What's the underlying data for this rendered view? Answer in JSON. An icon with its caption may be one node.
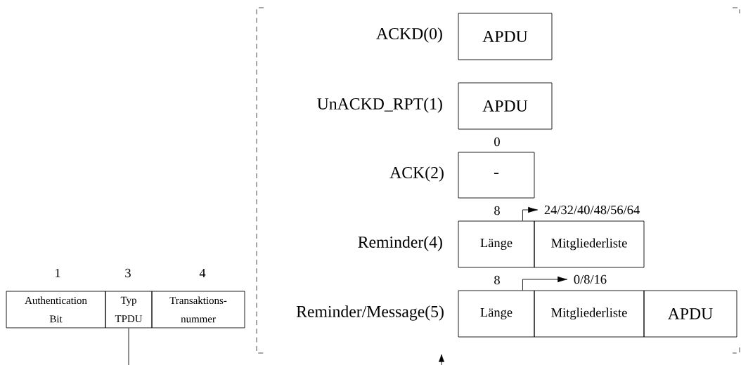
{
  "diagram": {
    "nodes": [
      {
        "text": [
          "Authentication Bit"
        ],
        "beside": [
          "1"
        ]
      },
      {
        "text": [
          "Typ TPDU"
        ],
        "beside": [
          "3"
        ]
      },
      {
        "text": [
          "Transaktions- nummer"
        ],
        "beside": [
          "4"
        ]
      },
      {
        "text": [],
        "shape": "box"
      },
      {
        "text": [
          "APDU"
        ],
        "in": 3,
        "beside": [
          "ACKD(0)"
        ]
      },
      {
        "text": [
          "APDU"
        ],
        "in": 3,
        "beside": [
          "UnACKD_RPT(1)"
        ]
      },
      {
        "text": [
          "-"
        ],
        "in": 3,
        "beside": [
          "0",
          "ACK(2)"
        ]
      },
      {
        "text": [
          "Länge"
        ],
        "in": 3,
        "beside": [
          "8",
          "Reminder(4)"
        ]
      },
      {
        "text": [
          "Mitgliederliste"
        ],
        "in": 3
      },
      {
        "text": [
          "24/32/40/48/56/64"
        ],
        "in": 3
      },
      {
        "text": [
          "Länge"
        ],
        "in": 3,
        "beside": [
          "8",
          "Reminder/Message(5)"
        ]
      },
      {
        "text": [
          "Mitgliederliste"
        ],
        "in": 3
      },
      {
        "text": [
          "APDU"
        ],
        "in": 3
      },
      {
        "text": [
          "0/8/16"
        ],
        "in": 3
      }
    ],
    "edges": [
      {
        "from": 7,
        "to": 9,
        "arrow": "to"
      },
      {
        "from": 10,
        "to": 13,
        "arrow": "to"
      },
      {
        "from": 1,
        "to": null,
        "arrow": "none"
      },
      {
        "from": null,
        "to": 3,
        "arrow": "to"
      }
    ]
  }
}
